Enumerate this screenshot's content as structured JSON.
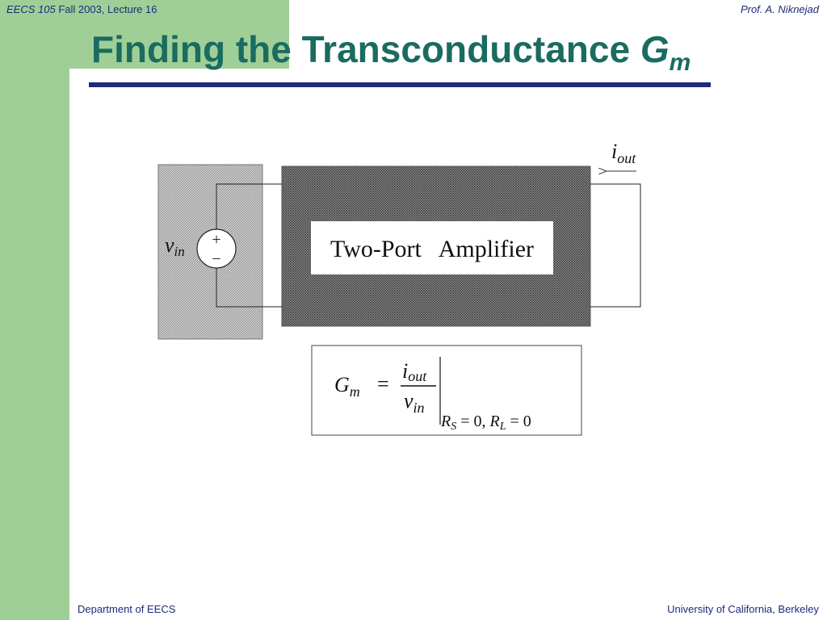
{
  "header": {
    "course": "EECS 105",
    "term": "Fall 2003, Lecture 16",
    "author": "Prof. A. Niknejad"
  },
  "title": {
    "text": "Finding the Transconductance ",
    "symbol": "G",
    "subscript": "m"
  },
  "diagram": {
    "source_label_v": "v",
    "source_label_sub": "in",
    "plus": "+",
    "minus": "−",
    "amplifier_label": "Two-Port   Amplifier",
    "output_current_i": "i",
    "output_current_sub": "out"
  },
  "equation": {
    "lhs": "G",
    "lhs_sub": "m",
    "equals": "=",
    "num": "i",
    "num_sub": "out",
    "den": "v",
    "den_sub": "in",
    "cond_rs": "R",
    "cond_rs_sub": "S",
    "cond_mid": " = 0, ",
    "cond_rl": "R",
    "cond_rl_sub": "L",
    "cond_end": " = 0"
  },
  "footer": {
    "left": "Department of EECS",
    "right": "University of California, Berkeley"
  },
  "colors": {
    "rail": "#9fcf96",
    "title": "#1a6b60",
    "accent": "#1f2a7a"
  }
}
